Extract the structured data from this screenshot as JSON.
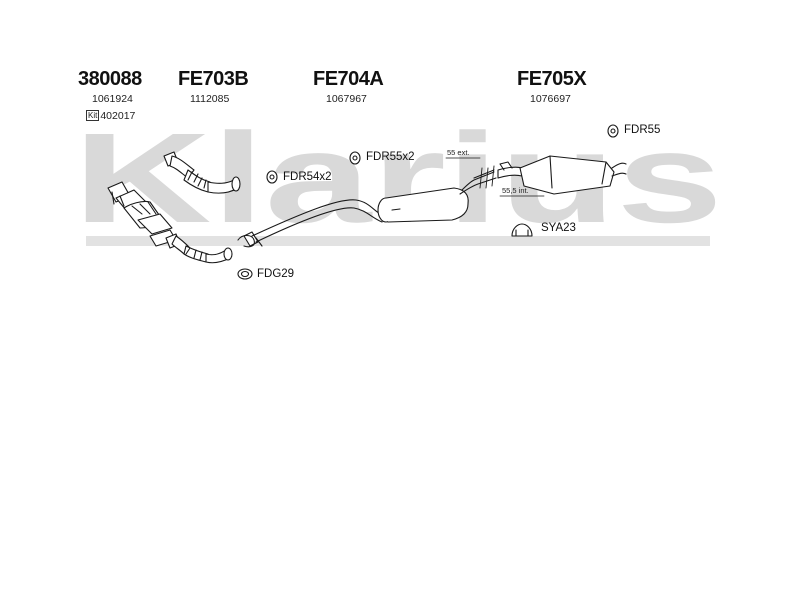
{
  "watermark": {
    "text": "Klarius",
    "color": "#d6d6d6"
  },
  "parts": [
    {
      "code": "380088",
      "ref": "1061924"
    },
    {
      "code": "FE703B",
      "ref": "1112085"
    },
    {
      "code": "FE704A",
      "ref": "1067967"
    },
    {
      "code": "FE705X",
      "ref": "1076697"
    }
  ],
  "kit": {
    "badge": "Kit",
    "ref": "402017"
  },
  "fittings": {
    "fdr55": "FDR55",
    "fdr55x2": "FDR55x2",
    "fdr54x2": "FDR54x2",
    "sya23": "SYA23",
    "fdg29": "FDG29"
  },
  "dimensions": {
    "ext": "55 ext.",
    "int": "55,5 int."
  }
}
